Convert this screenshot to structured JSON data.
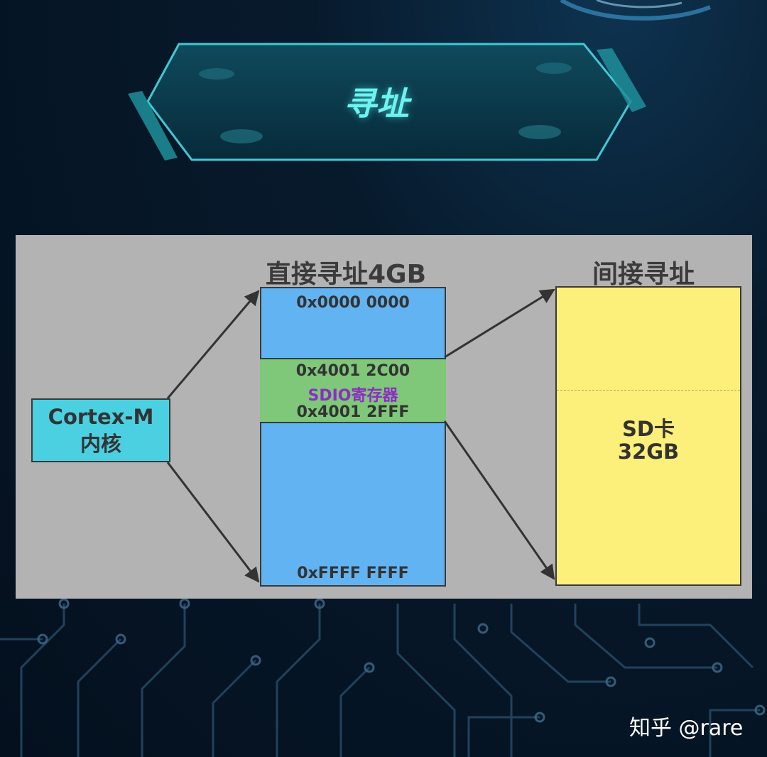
{
  "title": "寻址",
  "diagram": {
    "direct_heading": "直接寻址4GB",
    "indirect_heading": "间接寻址",
    "core": {
      "line1": "Cortex-M",
      "line2": "内核"
    },
    "memory": {
      "start_address": "0x0000 0000",
      "register_start": "0x4001 2C00",
      "register_name": "SDIO寄存器",
      "register_end": "0x4001 2FFF",
      "end_address": "0xFFFF FFFF"
    },
    "storage": {
      "line1": "SD卡",
      "line2": "32GB"
    }
  },
  "watermark": "知乎 @rare",
  "colors": {
    "title": "#6ff3f0",
    "panel": "#b3b3b3",
    "core": "#4bd0e2",
    "memory": "#62b3f2",
    "register": "#7fc87a",
    "register_name": "#8e2cc4",
    "storage": "#fdf07a"
  }
}
